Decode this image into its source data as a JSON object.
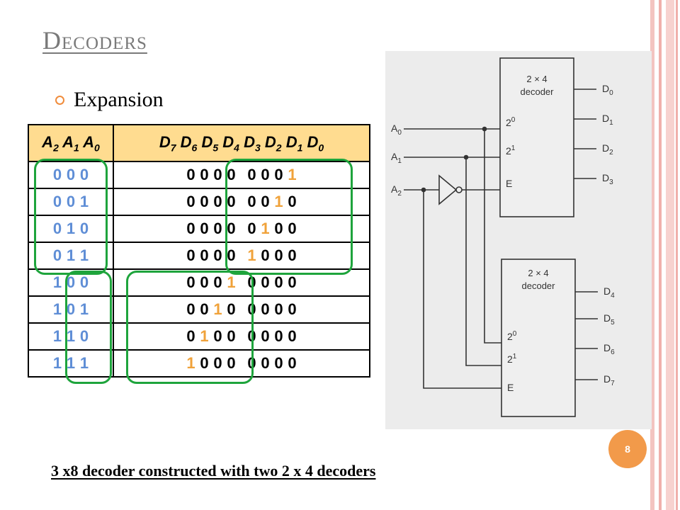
{
  "slide": {
    "title": "Decoders",
    "bullet": "Expansion",
    "page_number": "8",
    "caption": "3 x8 decoder constructed with two 2 x 4 decoders"
  },
  "truth_table": {
    "input_header": [
      [
        "A",
        "2"
      ],
      [
        "A",
        "1"
      ],
      [
        "A",
        "0"
      ]
    ],
    "output_header": [
      [
        "D",
        "7"
      ],
      [
        "D",
        "6"
      ],
      [
        "D",
        "5"
      ],
      [
        "D",
        "4"
      ],
      [
        "D",
        "3"
      ],
      [
        "D",
        "2"
      ],
      [
        "D",
        "1"
      ],
      [
        "D",
        "0"
      ]
    ],
    "rows": [
      {
        "inputs": [
          "0",
          "0",
          "0"
        ],
        "outputs": [
          "0",
          "0",
          "0",
          "0",
          "0",
          "0",
          "0",
          "1"
        ]
      },
      {
        "inputs": [
          "0",
          "0",
          "1"
        ],
        "outputs": [
          "0",
          "0",
          "0",
          "0",
          "0",
          "0",
          "1",
          "0"
        ]
      },
      {
        "inputs": [
          "0",
          "1",
          "0"
        ],
        "outputs": [
          "0",
          "0",
          "0",
          "0",
          "0",
          "1",
          "0",
          "0"
        ]
      },
      {
        "inputs": [
          "0",
          "1",
          "1"
        ],
        "outputs": [
          "0",
          "0",
          "0",
          "0",
          "1",
          "0",
          "0",
          "0"
        ]
      },
      {
        "inputs": [
          "1",
          "0",
          "0"
        ],
        "outputs": [
          "0",
          "0",
          "0",
          "1",
          "0",
          "0",
          "0",
          "0"
        ]
      },
      {
        "inputs": [
          "1",
          "0",
          "1"
        ],
        "outputs": [
          "0",
          "0",
          "1",
          "0",
          "0",
          "0",
          "0",
          "0"
        ]
      },
      {
        "inputs": [
          "1",
          "1",
          "0"
        ],
        "outputs": [
          "0",
          "1",
          "0",
          "0",
          "0",
          "0",
          "0",
          "0"
        ]
      },
      {
        "inputs": [
          "1",
          "1",
          "1"
        ],
        "outputs": [
          "1",
          "0",
          "0",
          "0",
          "0",
          "0",
          "0",
          "0"
        ]
      }
    ]
  },
  "circuit": {
    "decoder_label_line1": "2 × 4",
    "decoder_label_line2": "decoder",
    "input_labels": [
      [
        "A",
        "0"
      ],
      [
        "A",
        "1"
      ],
      [
        "A",
        "2"
      ]
    ],
    "pin_labels": [
      [
        "2",
        "0"
      ],
      [
        "2",
        "1"
      ],
      [
        "E",
        ""
      ]
    ],
    "top_outputs": [
      [
        "D",
        "0"
      ],
      [
        "D",
        "1"
      ],
      [
        "D",
        "2"
      ],
      [
        "D",
        "3"
      ]
    ],
    "bottom_outputs": [
      [
        "D",
        "4"
      ],
      [
        "D",
        "5"
      ],
      [
        "D",
        "6"
      ],
      [
        "D",
        "7"
      ]
    ]
  },
  "colors": {
    "input_bits": "#5f8ed6",
    "active_output": "#f0a23a",
    "header_background": "#ffdc90",
    "grouping_outline": "#1ea43c",
    "accent": "#f29a4a",
    "title_color": "#7a7a7a"
  }
}
